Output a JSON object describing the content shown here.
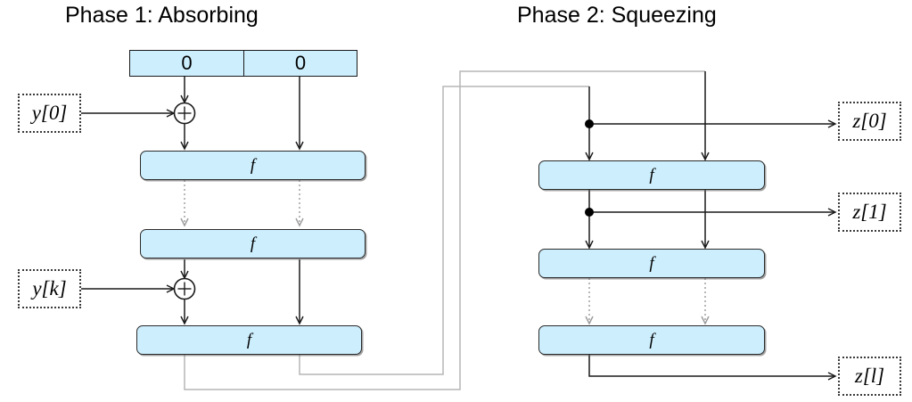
{
  "diagram": {
    "title_phase1": "Phase 1: Absorbing",
    "title_phase2": "Phase 2: Squeezing",
    "colors": {
      "block_fill": "#cdeefd",
      "block_stroke": "#1a1a1a",
      "solid_arrow": "#1a1a1a",
      "dotted_arrow": "#9a9a9a",
      "feedback_line": "#b5b5b5",
      "background": "#ffffff"
    }
  },
  "phase1": {
    "state_register": {
      "left_cell_label": "0",
      "right_cell_label": "0"
    },
    "permutation_boxes": [
      {
        "label": "f"
      },
      {
        "label": "f"
      },
      {
        "label": "f"
      }
    ],
    "inputs": [
      {
        "label": "y[0]"
      },
      {
        "label": "y[k]"
      }
    ],
    "xor_gates": [
      {
        "label": "+"
      },
      {
        "label": "+"
      }
    ]
  },
  "phase2": {
    "permutation_boxes": [
      {
        "label": "f"
      },
      {
        "label": "f"
      },
      {
        "label": "f"
      }
    ],
    "outputs": [
      {
        "label": "z[0]"
      },
      {
        "label": "z[1]"
      },
      {
        "label": "z[l]"
      }
    ]
  }
}
